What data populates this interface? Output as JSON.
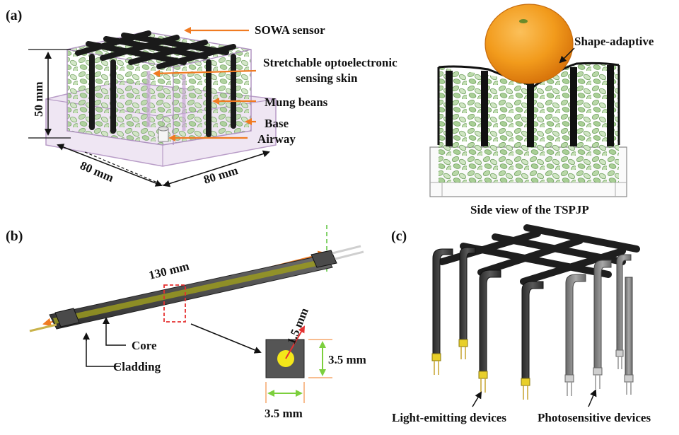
{
  "colors": {
    "arrow_orange": "#f07b22",
    "arrow_black": "#111111",
    "red_dash": "#e53030",
    "green_dim": "#7ccf3d",
    "green_dash": "#5bc33b",
    "bean": "#8fbf7a",
    "frame_purple": "#c9a7d6",
    "fiber_dark": "#3d3d3d",
    "core_yellow": "#f3e61a",
    "core_olive": "#9a9a20",
    "orange_fruit": "#f29b1c"
  },
  "panel_a": {
    "label": "(a)",
    "callouts": {
      "sowa": "SOWA sensor",
      "skin_line1": "Stretchable optoelectronic",
      "skin_line2": "sensing skin",
      "beans": "Mung beans",
      "base": "Base",
      "airway": "Airway",
      "shape_adaptive": "Shape-adaptive"
    },
    "dimensions": {
      "height": "50 mm",
      "width_left": "80 mm",
      "width_right": "80 mm"
    },
    "side_view_caption": "Side view of the TSPJP"
  },
  "panel_b": {
    "label": "(b)",
    "length": "130 mm",
    "core": "Core",
    "cladding": "Cladding",
    "core_diameter": "1.5 mm",
    "side_height": "3.5 mm",
    "side_width": "3.5 mm"
  },
  "panel_c": {
    "label": "(c)",
    "emitting": "Light-emitting devices",
    "photosensitive": "Photosensitive devices"
  }
}
